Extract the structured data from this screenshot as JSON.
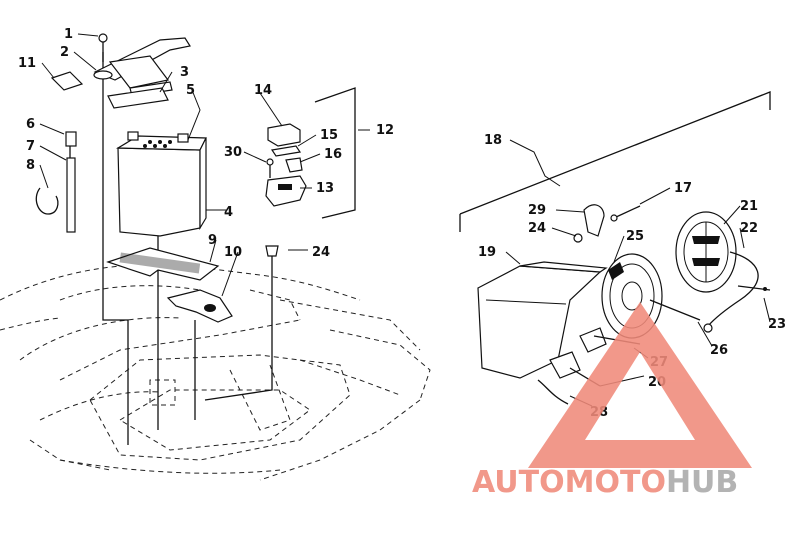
{
  "diagram": {
    "callouts": [
      {
        "id": "c1",
        "text": "1"
      },
      {
        "id": "c2",
        "text": "2"
      },
      {
        "id": "c3",
        "text": "3"
      },
      {
        "id": "c4",
        "text": "4"
      },
      {
        "id": "c5",
        "text": "5"
      },
      {
        "id": "c6",
        "text": "6"
      },
      {
        "id": "c7",
        "text": "7"
      },
      {
        "id": "c8",
        "text": "8"
      },
      {
        "id": "c9",
        "text": "9"
      },
      {
        "id": "c10",
        "text": "10"
      },
      {
        "id": "c11",
        "text": "11"
      },
      {
        "id": "c12",
        "text": "12"
      },
      {
        "id": "c13",
        "text": "13"
      },
      {
        "id": "c14",
        "text": "14"
      },
      {
        "id": "c15",
        "text": "15"
      },
      {
        "id": "c16",
        "text": "16"
      },
      {
        "id": "c17",
        "text": "17"
      },
      {
        "id": "c18",
        "text": "18"
      },
      {
        "id": "c19",
        "text": "19"
      },
      {
        "id": "c20",
        "text": "20"
      },
      {
        "id": "c21",
        "text": "21"
      },
      {
        "id": "c22",
        "text": "22"
      },
      {
        "id": "c23",
        "text": "23"
      },
      {
        "id": "c24a",
        "text": "24"
      },
      {
        "id": "c24b",
        "text": "24"
      },
      {
        "id": "c25",
        "text": "25"
      },
      {
        "id": "c26",
        "text": "26"
      },
      {
        "id": "c27",
        "text": "27"
      },
      {
        "id": "c28",
        "text": "28"
      },
      {
        "id": "c29",
        "text": "29"
      },
      {
        "id": "c30",
        "text": "30"
      }
    ]
  },
  "watermark": {
    "part1": "AUTOMOTO",
    "part2": "HUB",
    "color_primary": "#f08a7a",
    "color_secondary": "#a9a9a9"
  }
}
